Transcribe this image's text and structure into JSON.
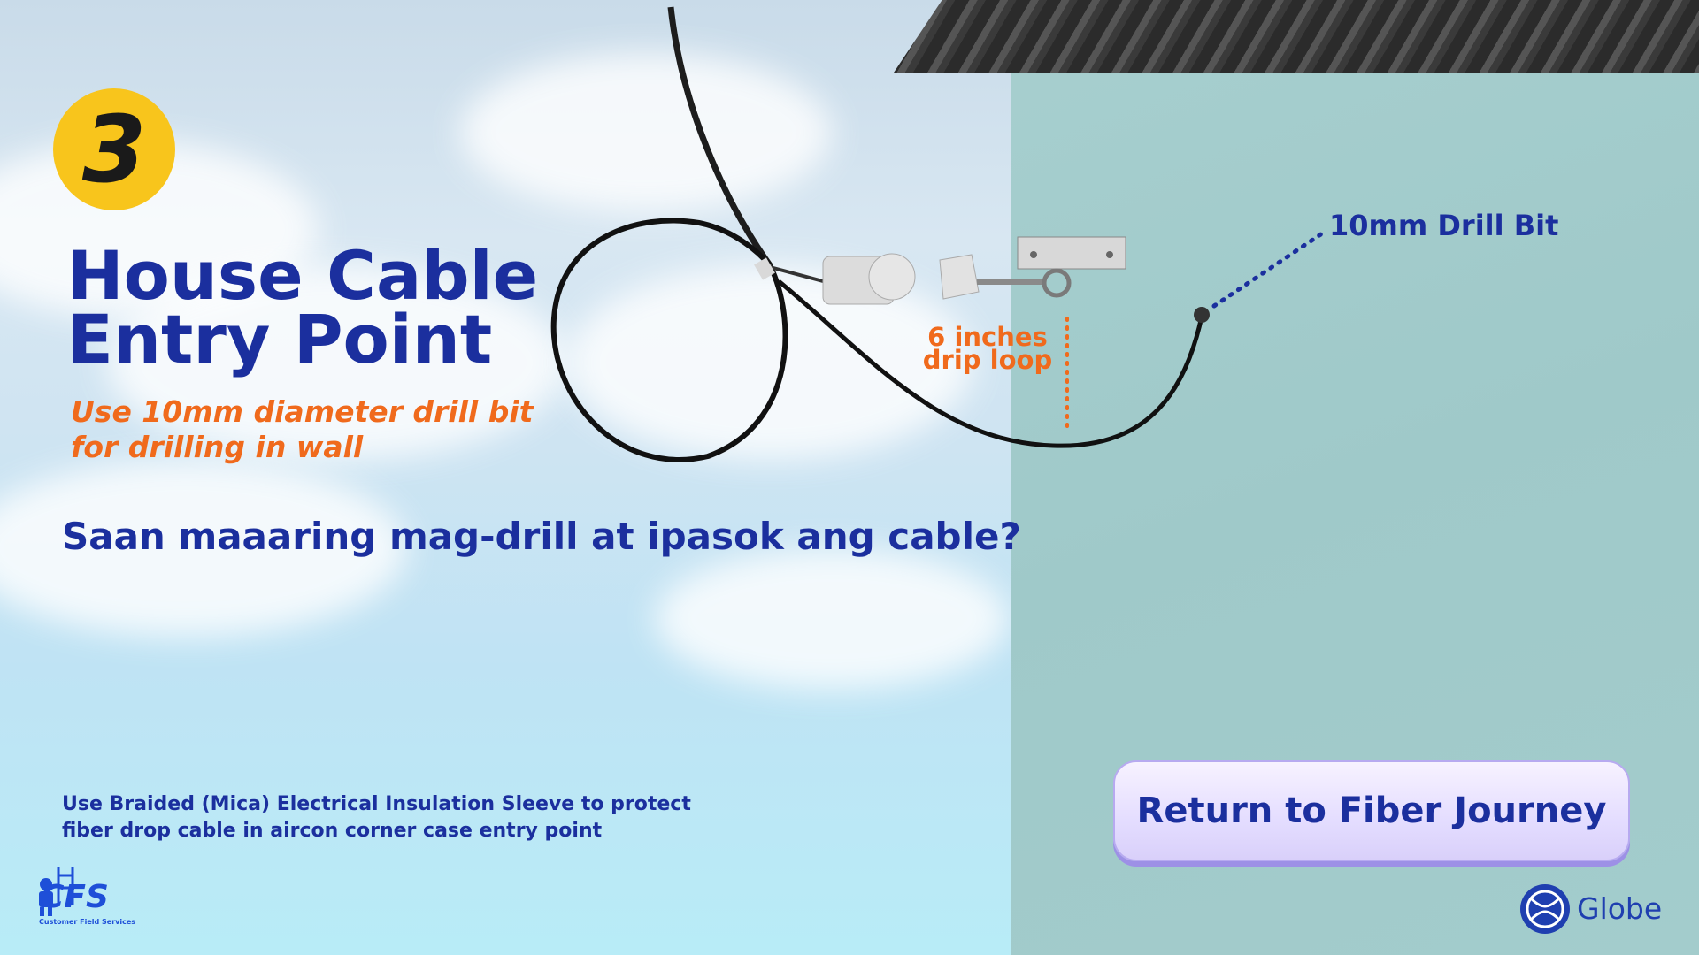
{
  "step": {
    "number": "3"
  },
  "title": {
    "line1": "House Cable",
    "line2": "Entry Point"
  },
  "subtitle": {
    "line1": "Use 10mm diameter drill bit",
    "line2": "for drilling in wall"
  },
  "question": "Saan maaaring mag-drill at ipasok ang cable?",
  "note": {
    "line1": "Use Braided (Mica) Electrical Insulation Sleeve to protect",
    "line2": "fiber drop cable in aircon corner case entry point"
  },
  "labels": {
    "drill_bit": "10mm Drill Bit",
    "drip_loop_line1": "6 inches",
    "drip_loop_line2": "drip loop"
  },
  "button": {
    "return_label": "Return to Fiber Journey"
  },
  "logos": {
    "cfs_text": "CFS",
    "cfs_subtext": "Customer Field Services",
    "globe_text": "Globe"
  },
  "colors": {
    "title_blue": "#1b2f9e",
    "accent_orange": "#f06a1c",
    "badge_yellow": "#f8c51c",
    "wall_teal": "#a3cccc"
  }
}
